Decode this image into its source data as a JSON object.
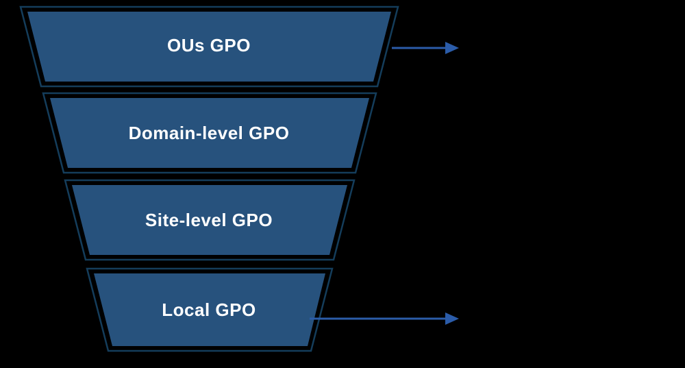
{
  "colors": {
    "background": "#000000",
    "funnel_fill": "#27527D",
    "funnel_outline": "#143D5B",
    "label_text": "#FFFFFF",
    "arrow": "#2B5CA9"
  },
  "funnel": {
    "levels": [
      {
        "label": "OUs GPO"
      },
      {
        "label": "Domain-level GPO"
      },
      {
        "label": "Site-level GPO"
      },
      {
        "label": "Local GPO"
      }
    ]
  }
}
